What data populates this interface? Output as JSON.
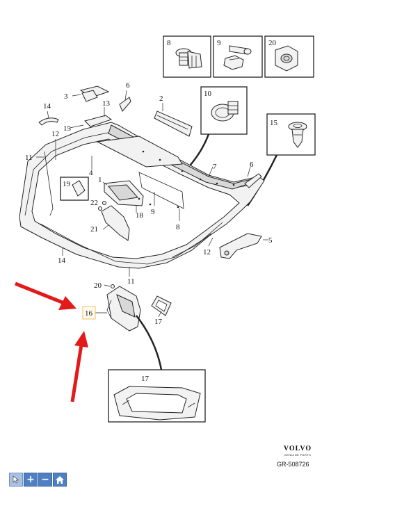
{
  "callouts": {
    "box_8": "8",
    "box_9": "9",
    "box_20": "20",
    "box_10": "10",
    "box_15": "15",
    "box_17": "17",
    "box_19": "19",
    "p1": "1",
    "p2": "2",
    "p3": "3",
    "p4": "4",
    "p5": "5",
    "p6a": "6",
    "p6b": "6",
    "p7": "7",
    "p8": "8",
    "p9": "9",
    "p11a": "11",
    "p11b": "11",
    "p12a": "12",
    "p12b": "12",
    "p13": "13",
    "p14a": "14",
    "p14b": "14",
    "p15": "15",
    "p16": "16",
    "p17": "17",
    "p18": "18",
    "p20": "20",
    "p21": "21",
    "p22": "22"
  },
  "brand": {
    "name": "VOLVO",
    "subtitle": "GENUINE PARTS",
    "reference": "GR-508726"
  },
  "toolbar": {
    "pointer_icon": "pointer-icon",
    "zoom_in_icon": "plus-icon",
    "zoom_out_icon": "minus-icon",
    "home_icon": "home-icon"
  },
  "colors": {
    "highlight_arrow": "#e21a1a",
    "toolbar_button": "#4f80c4",
    "callout_16_border": "#f0c060"
  }
}
